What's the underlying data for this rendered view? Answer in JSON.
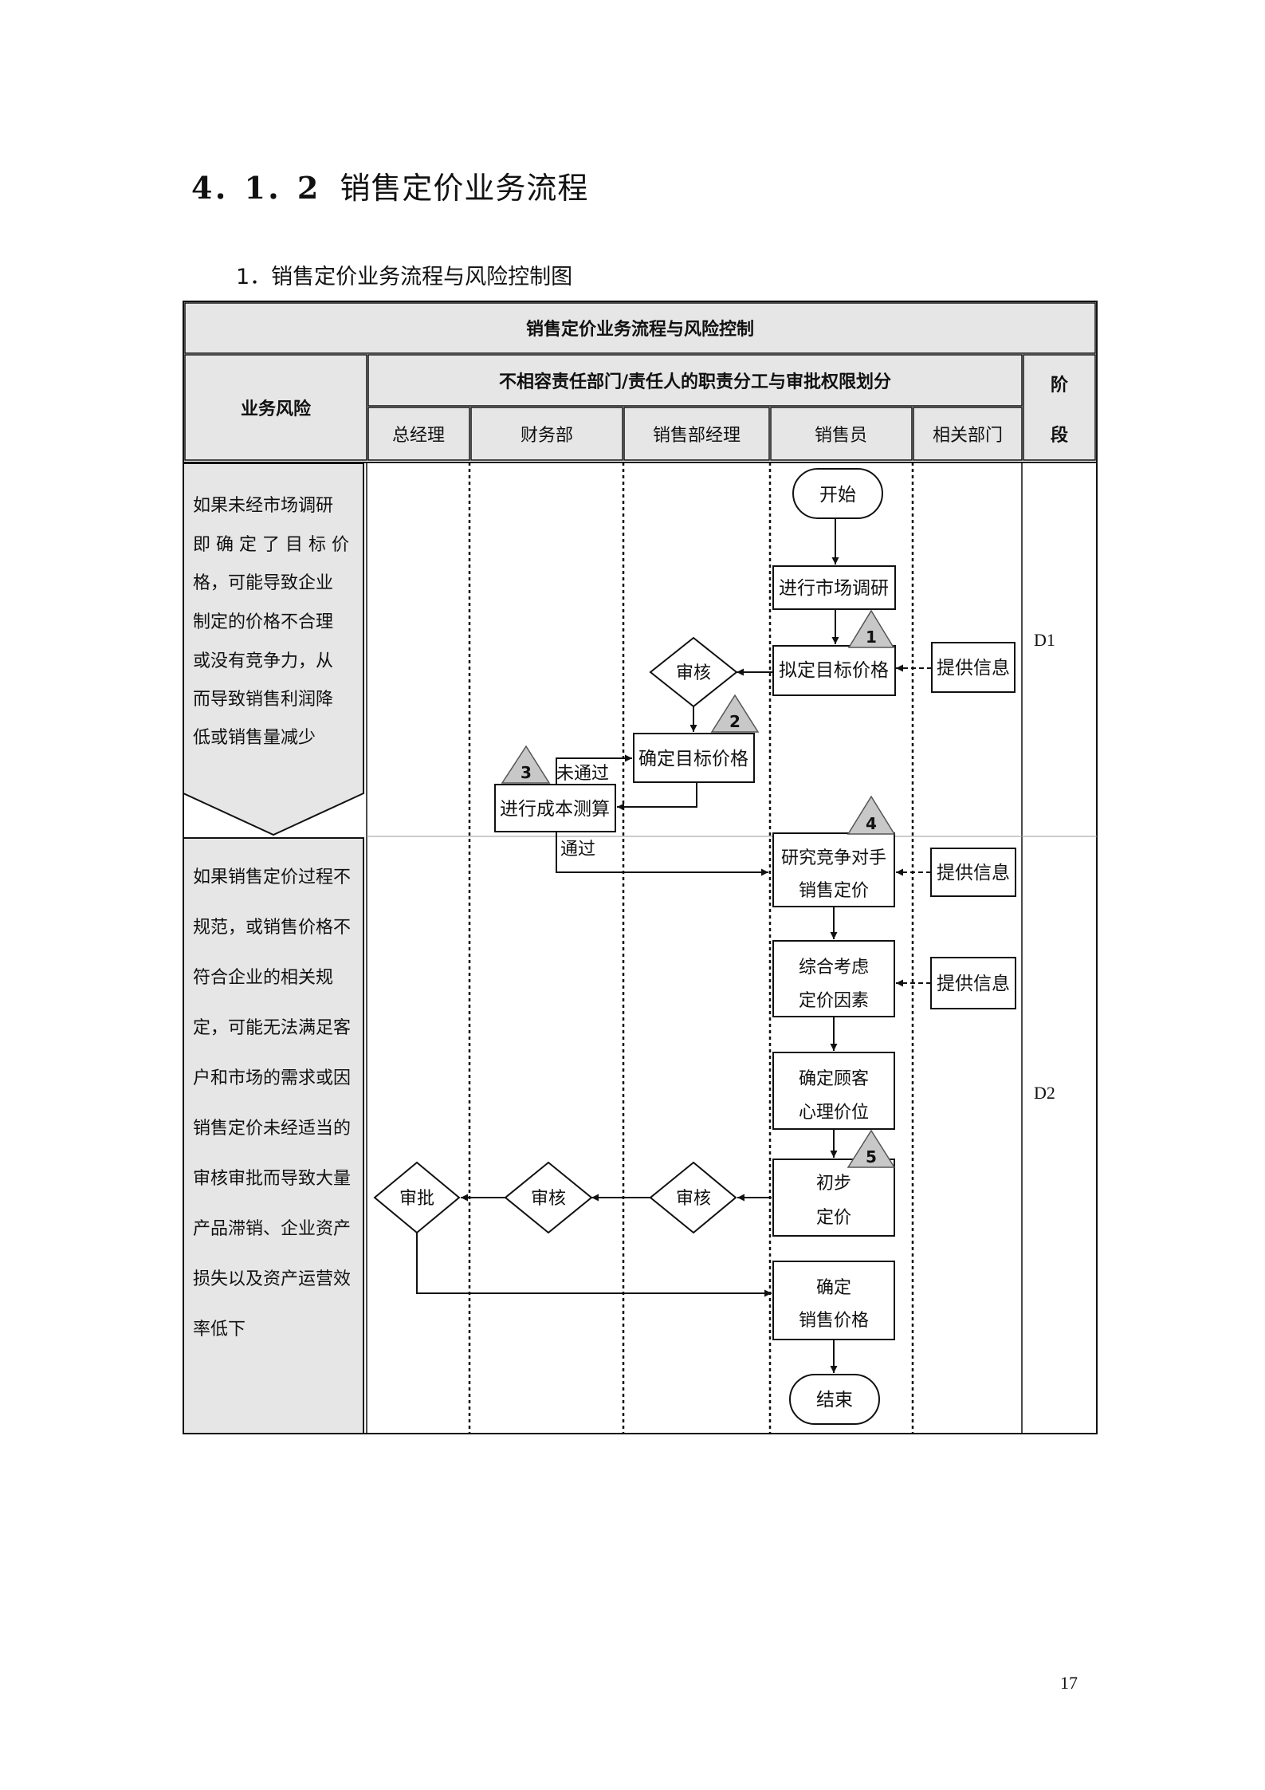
{
  "heading": {
    "number": "4．1．2",
    "title": "销售定价业务流程"
  },
  "subheading": "1．销售定价业务流程与风险控制图",
  "table": {
    "title": "销售定价业务流程与风险控制",
    "risk_header": "业务风险",
    "division_header": "不相容责任部门/责任人的职责分工与审批权限划分",
    "stage_header": [
      "阶",
      "段"
    ],
    "columns": [
      "总经理",
      "财务部",
      "销售部经理",
      "销售员",
      "相关部门"
    ]
  },
  "risks": [
    [
      "如果未经市场调研",
      "即 确 定 了 目 标 价",
      "格，可能导致企业",
      "制定的价格不合理",
      "或没有竞争力，从",
      "而导致销售利润降",
      "低或销售量减少"
    ],
    [
      "如果销售定价过程不",
      "规范，或销售价格不",
      "符合企业的相关规",
      "定，可能无法满足客",
      "户和市场的需求或因",
      "销售定价未经适当的",
      "审核审批而导致大量",
      "产品滞销、企业资产",
      "损失以及资产运营效",
      "率低下"
    ]
  ],
  "stages": [
    "D1",
    "D2"
  ],
  "flow": {
    "start": "开始",
    "end": "结束",
    "market_research": "进行市场调研",
    "draft_target_price": "拟定目标价格",
    "review_label": "审核",
    "approve_label": "审批",
    "confirm_target_price": "确定目标价格",
    "cost_estimate": "进行成本测算",
    "not_passed": "未通过",
    "passed": "通过",
    "research_competitor": [
      "研究竞争对手",
      "销售定价"
    ],
    "consider_factors": [
      "综合考虑",
      "定价因素"
    ],
    "customer_psychology": [
      "确定顾客",
      "心理价位"
    ],
    "preliminary_pricing": [
      "初步",
      "定价"
    ],
    "confirm_sales_price": [
      "确定",
      "销售价格"
    ],
    "provide_info": "提供信息",
    "control_points": [
      "1",
      "2",
      "3",
      "4",
      "5"
    ]
  },
  "page_number": "17",
  "colors": {
    "header_fill": "#e6e6e6",
    "risk_fill": "#e6e6e6",
    "triangle_fill": "#c8c8c8",
    "line": "#111111"
  }
}
